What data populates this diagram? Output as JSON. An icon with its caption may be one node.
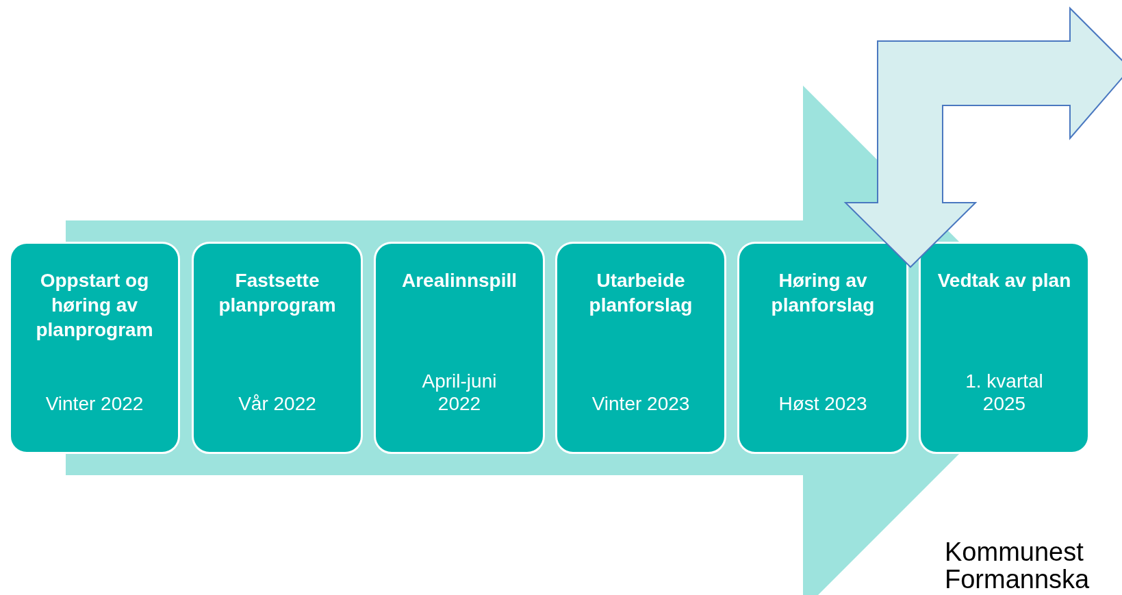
{
  "diagram": {
    "nodes": [
      {
        "text": [
          "Oppstart og høring av planprogram",
          "Vinter 2022"
        ]
      },
      {
        "text": [
          "Fastsette planprogram",
          "Vår 2022"
        ]
      },
      {
        "text": [
          "Arealinnspill",
          "April-juni 2022"
        ]
      },
      {
        "text": [
          "Utarbeide planforslag",
          "Vinter 2023"
        ]
      },
      {
        "text": [
          "Høring av planforslag",
          "Høst 2023"
        ]
      },
      {
        "text": [
          "Vedtak av plan",
          "1. kvartal 2025"
        ]
      }
    ],
    "edges": [
      {
        "from": 0,
        "to": 5,
        "arrow": "to",
        "style": "thick"
      }
    ],
    "labels": [
      "Kommunest",
      "Formannska"
    ]
  }
}
